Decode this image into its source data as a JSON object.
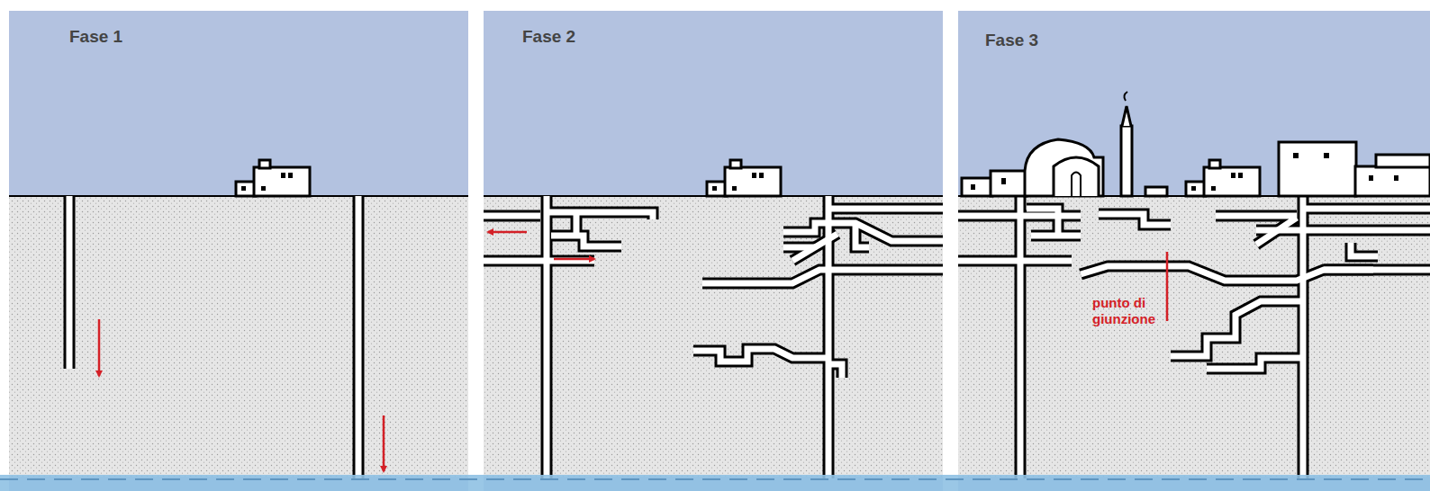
{
  "diagram": {
    "nodes": [
      {
        "text": [
          "Fase 1"
        ]
      },
      {
        "text": [
          "Fase 2"
        ]
      },
      {
        "text": [
          "Fase 3"
        ]
      }
    ],
    "labels": [
      "punto di giunzione"
    ]
  }
}
